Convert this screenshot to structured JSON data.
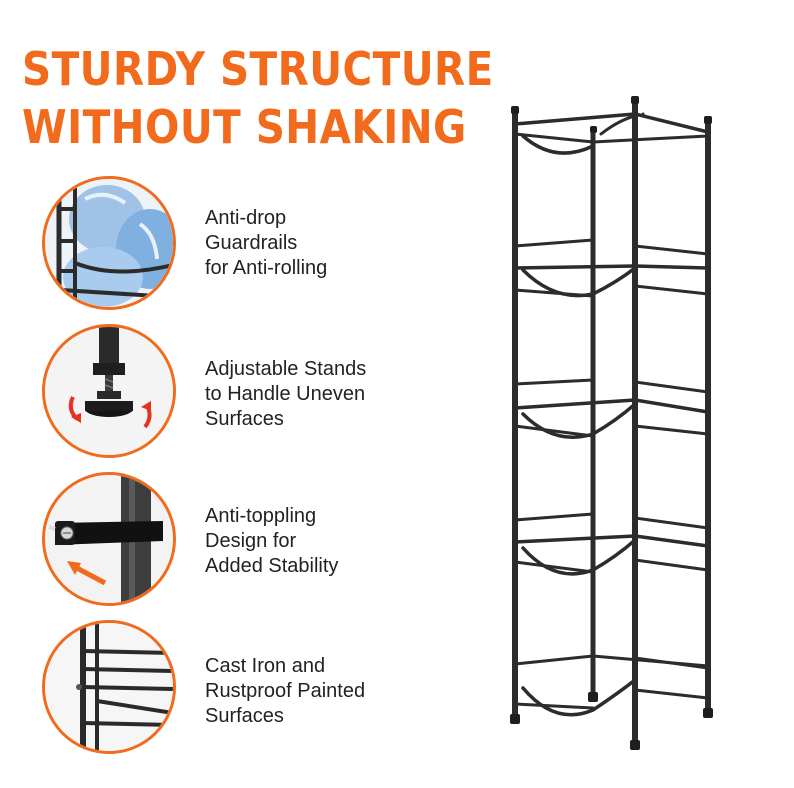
{
  "headline": {
    "line1": "STURDY STRUCTURE",
    "line2": "WITHOUT SHAKING"
  },
  "accent_color": "#f26a1b",
  "features": [
    {
      "icon": "guardrail-closeup-icon",
      "lines": [
        "Anti-drop",
        "Guardrails",
        "for Anti-rolling"
      ]
    },
    {
      "icon": "adjustable-foot-closeup-icon",
      "lines": [
        "Adjustable Stands",
        "to Handle Uneven",
        "Surfaces"
      ]
    },
    {
      "icon": "anti-tip-strap-closeup-icon",
      "lines": [
        "Anti-toppling",
        "Design for",
        "Added Stability"
      ]
    },
    {
      "icon": "iron-frame-closeup-icon",
      "lines": [
        "Cast Iron and",
        "Rustproof Painted",
        "Surfaces"
      ]
    }
  ],
  "product_icon": "water-bottle-rack-icon"
}
